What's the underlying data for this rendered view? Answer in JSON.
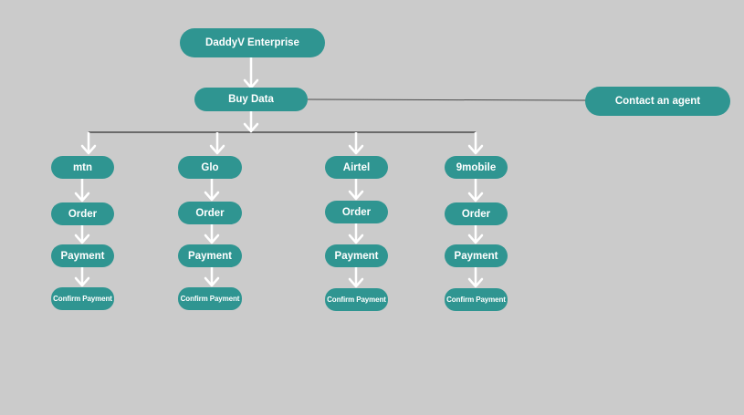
{
  "diagram": {
    "root": {
      "label": "DaddyV Enterprise"
    },
    "buy": {
      "label": "Buy Data"
    },
    "agent": {
      "label": "Contact an agent"
    },
    "networks": [
      {
        "name": "mtn",
        "steps": [
          "Order",
          "Payment",
          "Confirm Payment"
        ]
      },
      {
        "name": "Glo",
        "steps": [
          "Order",
          "Payment",
          "Confirm Payment"
        ]
      },
      {
        "name": "Airtel",
        "steps": [
          "Order",
          "Payment",
          "Confirm Payment"
        ]
      },
      {
        "name": "9mobile",
        "steps": [
          "Order",
          "Payment",
          "Confirm Payment"
        ]
      }
    ]
  },
  "colors": {
    "background": "#cbcbcb",
    "node_fill": "#2f9591",
    "node_text": "#ffffff",
    "connector": "#ffffff",
    "agent_line": "#4a4a4a"
  }
}
